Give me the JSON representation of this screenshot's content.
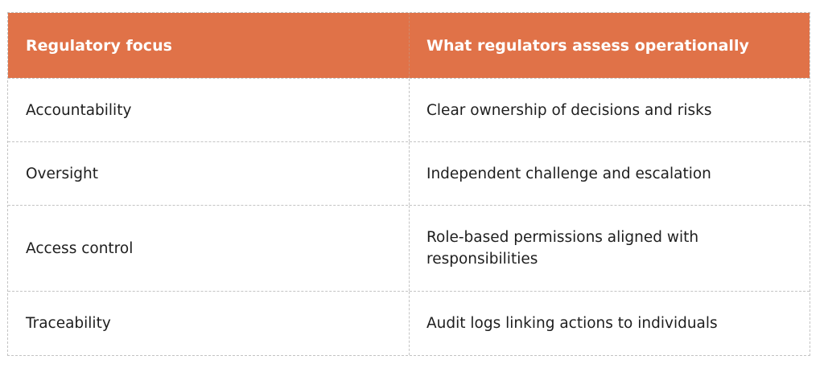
{
  "table": {
    "header_color": "#e07248",
    "headers": [
      "Regulatory focus",
      "What regulators assess operationally"
    ],
    "rows": [
      [
        "Accountability",
        "Clear ownership of decisions and risks"
      ],
      [
        "Oversight",
        "Independent challenge and escalation"
      ],
      [
        "Access control",
        "Role-based permissions aligned with responsibilities"
      ],
      [
        "Traceability",
        "Audit logs linking actions to individuals"
      ]
    ]
  }
}
